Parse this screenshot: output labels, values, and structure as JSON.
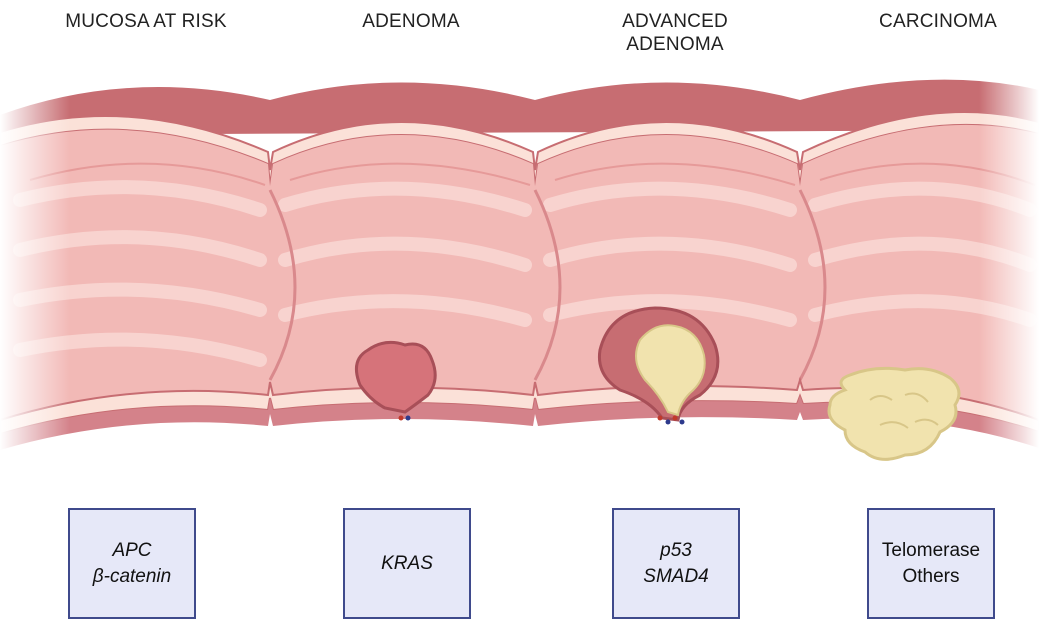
{
  "stages": [
    {
      "title": "MUCOSA AT RISK",
      "genes": [
        "APC",
        "β-catenin"
      ],
      "italic": true
    },
    {
      "title": "ADENOMA",
      "genes": [
        "KRAS"
      ],
      "italic": true
    },
    {
      "title": "ADVANCED\nADENOMA",
      "title_lines": [
        "ADVANCED",
        "ADENOMA"
      ],
      "genes": [
        "p53",
        "SMAD4"
      ],
      "italic": true
    },
    {
      "title": "CARCINOMA",
      "genes": [
        "Telomerase",
        "Others"
      ],
      "italic": false
    }
  ],
  "colors": {
    "lumen": "#f2b9b6",
    "fold": "#f7cfcb",
    "wall": "#c76d72",
    "wall_dark": "#a84f58",
    "mucosa_layer": "#fbe1d8",
    "tumor": "#f1e3ae",
    "polyp": "#d6737a",
    "box_fill": "#e6e8f8",
    "box_border": "#3f4a8c"
  }
}
